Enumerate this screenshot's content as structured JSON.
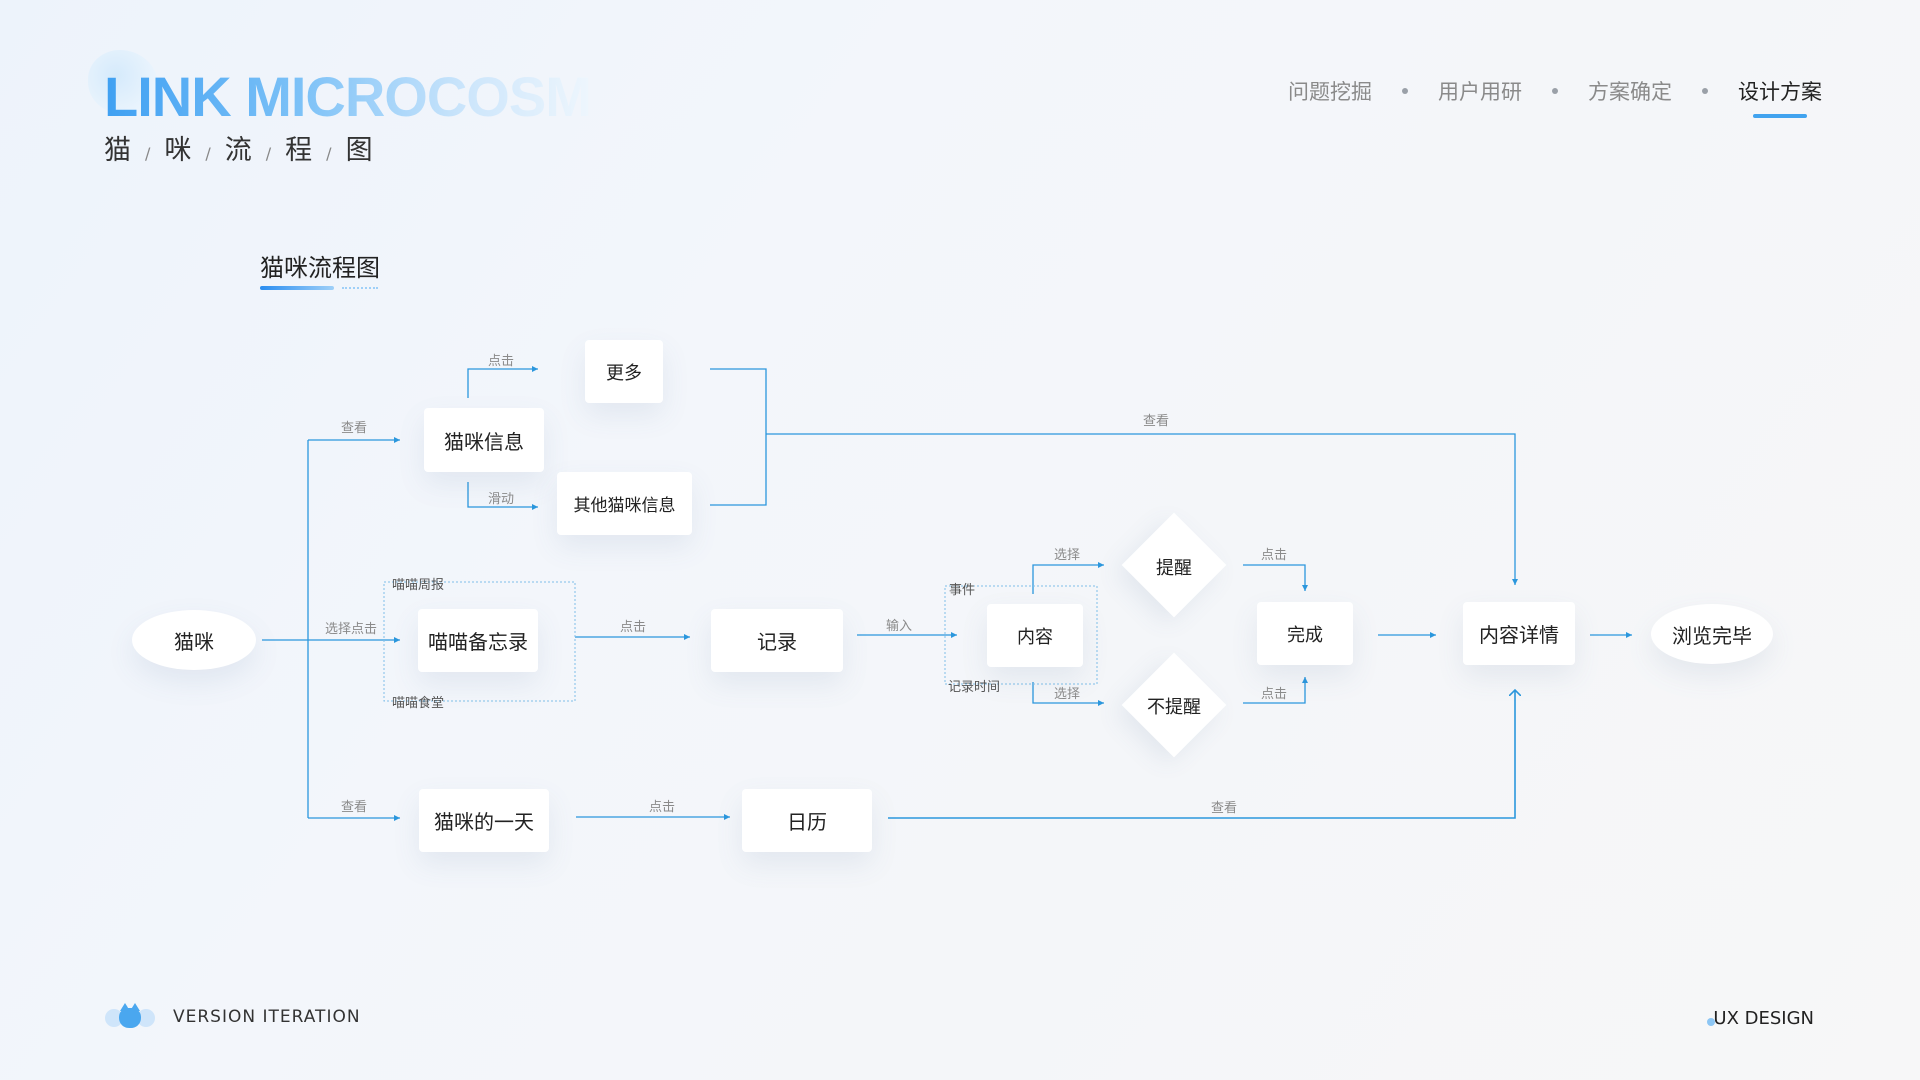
{
  "header": {
    "brand": "LINK MICROCOSM",
    "subtitle_chars": [
      "猫",
      "咪",
      "流",
      "程",
      "图"
    ],
    "subtitle_sep": "/",
    "nav": [
      "问题挖掘",
      "用户用研",
      "方案确定",
      "设计方案"
    ],
    "nav_active": "设计方案"
  },
  "section": {
    "title": "猫咪流程图"
  },
  "flow": {
    "nodes": {
      "cat": "猫咪",
      "cat_info": "猫咪信息",
      "more": "更多",
      "other_cats": "其他猫咪信息",
      "memo": "喵喵备忘录",
      "record": "记录",
      "content": "内容",
      "remind": "提醒",
      "no_remind": "不提醒",
      "done": "完成",
      "content_detail": "内容详情",
      "browse_done": "浏览完毕",
      "cat_day": "猫咪的一天",
      "calendar": "日历"
    },
    "labels": {
      "view_info": "查看",
      "click_more": "点击",
      "slide_other": "滑动",
      "view_top": "查看",
      "select_click": "选择点击",
      "weekly": "喵喵周报",
      "canteen": "喵喵食堂",
      "click_record": "点击",
      "input": "输入",
      "event": "事件",
      "record_time": "记录时间",
      "select_remind": "选择",
      "select_no_remind": "选择",
      "click_done_top": "点击",
      "click_done_bottom": "点击",
      "view_day": "查看",
      "click_calendar": "点击",
      "view_bottom": "查看"
    }
  },
  "footer": {
    "left": "VERSION ITERATION",
    "right": "UX DESIGN"
  },
  "colors": {
    "accent": "#2a8fe0",
    "line": "#2b97dd",
    "dotted": "#7fbfe8"
  }
}
